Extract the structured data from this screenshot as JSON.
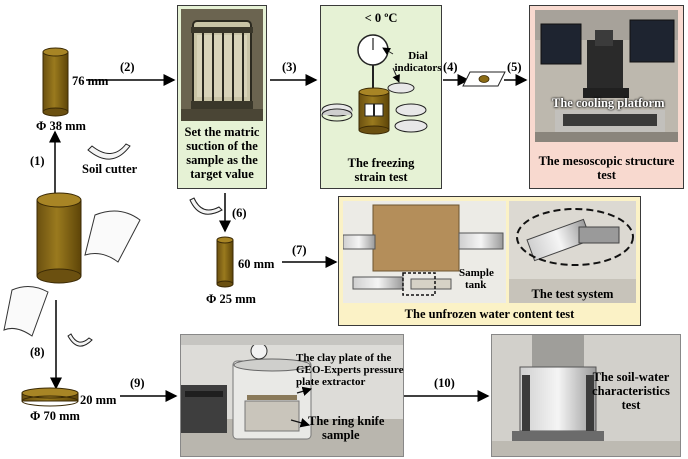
{
  "specimens": {
    "tall_height": "76 mm",
    "tall_diameter": "Φ 38 mm",
    "small_height": "60 mm",
    "small_diameter": "Φ 25 mm",
    "disc_height": "20 mm",
    "disc_diameter": "Φ 70 mm"
  },
  "steps": {
    "s1": "(1)",
    "s2": "(2)",
    "s3": "(3)",
    "s4": "(4)",
    "s5": "(5)",
    "s6": "(6)",
    "s7": "(7)",
    "s8": "(8)",
    "s9": "(9)",
    "s10": "(10)"
  },
  "labels": {
    "soil_cutter": "Soil cutter",
    "matric_suction": [
      "Set the matric",
      "suction of the",
      "sample as the",
      "target value"
    ],
    "temperature": "< 0 ºC",
    "dial_indicators": [
      "Dial",
      "indicators"
    ],
    "freezing_test": [
      "The freezing",
      "strain test"
    ],
    "cooling_platform": "The cooling platform",
    "mesoscopic_test": [
      "The mesoscopic structure",
      "test"
    ],
    "sample_tank": [
      "Sample",
      "tank"
    ],
    "test_system": "The test system",
    "unfrozen_test": "The unfrozen water content test",
    "clay_plate": [
      "The clay plate of the",
      "GEO-Experts pressure",
      "plate extractor"
    ],
    "ring_knife": [
      "The ring knife",
      "sample"
    ],
    "soil_water": [
      "The soil-water",
      "characteristics",
      "test"
    ]
  },
  "colors": {
    "soil": "#8a6a14",
    "soil_dark": "#5e4508",
    "green_panel": "#e6f2d5",
    "pink_panel": "#f8d9cf",
    "yellow_panel": "#fbf2c6"
  }
}
